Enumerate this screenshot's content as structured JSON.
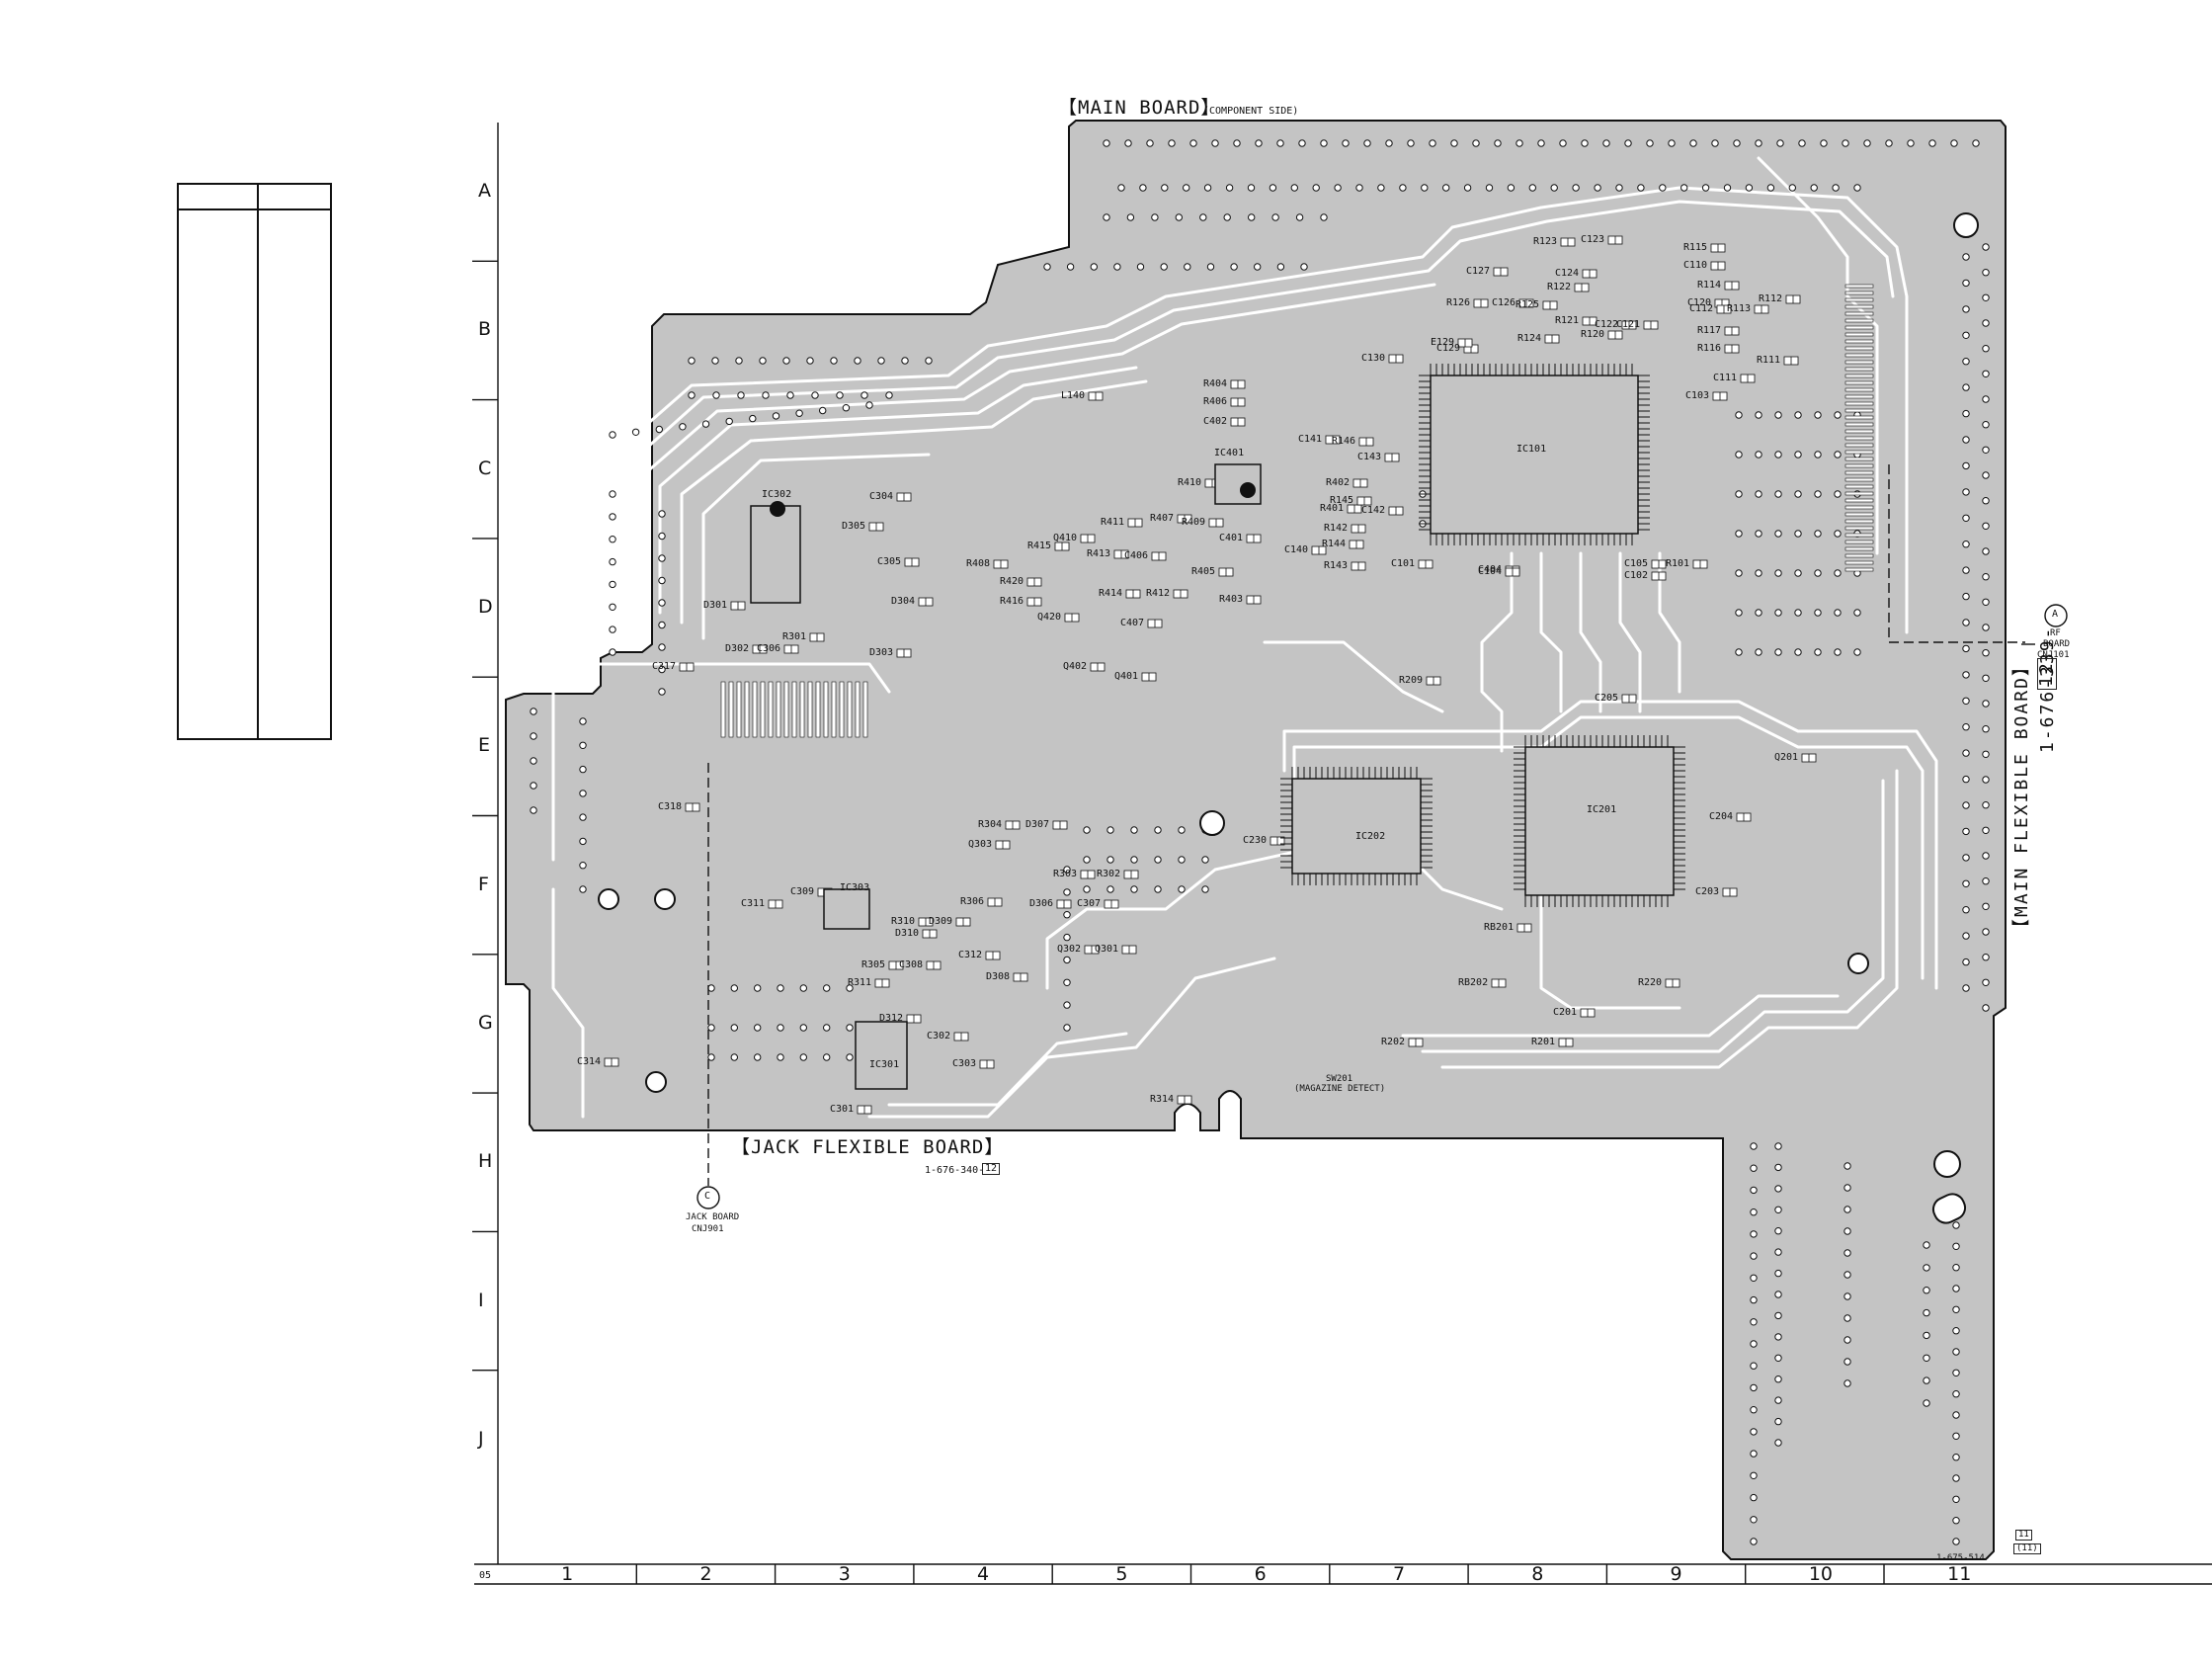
{
  "title": {
    "main_board": "【MAIN BOARD】",
    "component_side": "(COMPONENT SIDE)"
  },
  "jack_flexible": {
    "label": "【JACK FLEXIBLE BOARD】",
    "part_no": "1-676-340-",
    "rev": "12",
    "connector_letter": "C",
    "dest_line1": "JACK BOARD",
    "dest_line2": "CNJ901"
  },
  "main_flexible": {
    "label": "【MAIN FLEXIBLE BOARD】",
    "part_no": "1-676-339-",
    "rev": "12",
    "connector_letter": "A",
    "dest_line1": "RF",
    "dest_line2": "BOARD",
    "dest_line3": "CNJ101"
  },
  "board_part_no": "1-675-514-",
  "board_rev_top": "11",
  "board_rev_bottom": "(11)",
  "sheet_code": "05",
  "rows": [
    "A",
    "B",
    "C",
    "D",
    "E",
    "F",
    "G",
    "H",
    "I",
    "J"
  ],
  "columns": [
    "1",
    "2",
    "3",
    "4",
    "5",
    "6",
    "7",
    "8",
    "9",
    "10",
    "11"
  ],
  "colors": {
    "copper": "#c4c4c4",
    "trace": "#ffffff",
    "ink": "#111111",
    "pad": "#ffffff"
  },
  "switch": {
    "ref": "SW201",
    "desc": "(MAGAZINE DETECT)"
  },
  "components": {
    "ic": [
      "IC101",
      "IC201",
      "IC202",
      "IC301",
      "IC302",
      "IC303",
      "IC401"
    ],
    "misc": [
      "L140",
      "R404",
      "R406",
      "C402",
      "C141",
      "R146",
      "C143",
      "R402",
      "R401",
      "R145",
      "C142",
      "R142",
      "R144",
      "R143",
      "C140",
      "R410",
      "R407",
      "R409",
      "C401",
      "R405",
      "R403",
      "R411",
      "R412",
      "R413",
      "R414",
      "R415",
      "C406",
      "C407",
      "Q410",
      "Q420",
      "Q401",
      "Q402",
      "R408",
      "R420",
      "R416",
      "C404",
      "C130",
      "C129",
      "E129",
      "R126",
      "C127",
      "C126",
      "R125",
      "R124",
      "R123",
      "C123",
      "R122",
      "R121",
      "R120",
      "C124",
      "C122",
      "C121",
      "C120",
      "R115",
      "C110",
      "R114",
      "C112",
      "R113",
      "R112",
      "R117",
      "R116",
      "R111",
      "C111",
      "C103",
      "C104",
      "C101",
      "C102",
      "R101",
      "C105",
      "R209",
      "C205",
      "Q201",
      "C204",
      "C203",
      "C230",
      "RB201",
      "RB202",
      "R220",
      "C201",
      "R201",
      "R202",
      "C304",
      "D305",
      "C305",
      "D304",
      "D303",
      "D301",
      "D302",
      "C306",
      "R301",
      "C317",
      "C318",
      "R304",
      "D307",
      "Q303",
      "R303",
      "R302",
      "R306",
      "D306",
      "C307",
      "Q302",
      "Q301",
      "C309",
      "R310",
      "D309",
      "D310",
      "C311",
      "R305",
      "C308",
      "C312",
      "D308",
      "R311",
      "D312",
      "C302",
      "C303",
      "C301",
      "C314",
      "R314"
    ]
  }
}
